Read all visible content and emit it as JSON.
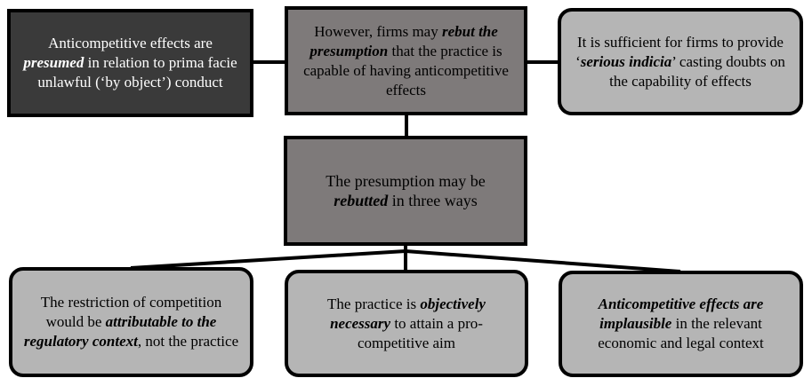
{
  "diagram": {
    "colors": {
      "dark_box": "#3a3a3a",
      "mid_box": "#7e7a7a",
      "light_box": "#b5b5b5",
      "border": "#000000",
      "connector": "#000000"
    },
    "boxes": {
      "presumed": {
        "style": "dark",
        "parts": [
          {
            "text": "Anticompetitive effects are ",
            "emphasis": false
          },
          {
            "text": "presumed",
            "emphasis": true
          },
          {
            "text": " in relation to prima facie unlawful (‘by object’) conduct",
            "emphasis": false
          }
        ]
      },
      "rebut": {
        "style": "mid",
        "parts": [
          {
            "text": "However, firms may ",
            "emphasis": false
          },
          {
            "text": "rebut the presumption",
            "emphasis": true
          },
          {
            "text": " that the practice is capable of having anticompetitive effects",
            "emphasis": false
          }
        ]
      },
      "indicia": {
        "style": "light",
        "parts": [
          {
            "text": "It is sufficient for firms to provide ‘",
            "emphasis": false
          },
          {
            "text": "serious indicia",
            "emphasis": true
          },
          {
            "text": "’ casting doubts on the capability of effects",
            "emphasis": false
          }
        ]
      },
      "three_ways": {
        "style": "mid",
        "parts": [
          {
            "text": "The presumption may be ",
            "emphasis": false
          },
          {
            "text": "rebutted",
            "emphasis": true
          },
          {
            "text": " in three ways",
            "emphasis": false
          }
        ]
      },
      "regulatory": {
        "style": "light",
        "parts": [
          {
            "text": "The restriction of competition would be ",
            "emphasis": false
          },
          {
            "text": "attributable to the regulatory context",
            "emphasis": true
          },
          {
            "text": ", not the practice",
            "emphasis": false
          }
        ]
      },
      "necessary": {
        "style": "light",
        "parts": [
          {
            "text": "The practice is ",
            "emphasis": false
          },
          {
            "text": "objectively necessary",
            "emphasis": true
          },
          {
            "text": " to attain a pro-competitive aim",
            "emphasis": false
          }
        ]
      },
      "implausible": {
        "style": "light",
        "parts": [
          {
            "text": "Anticompetitive effects are implausible",
            "emphasis": true
          },
          {
            "text": " in the relevant economic and legal context",
            "emphasis": false
          }
        ]
      }
    },
    "edges": [
      {
        "from": "presumed",
        "to": "rebut"
      },
      {
        "from": "rebut",
        "to": "indicia"
      },
      {
        "from": "rebut",
        "to": "three_ways"
      },
      {
        "from": "three_ways",
        "to": "regulatory"
      },
      {
        "from": "three_ways",
        "to": "necessary"
      },
      {
        "from": "three_ways",
        "to": "implausible"
      }
    ]
  }
}
